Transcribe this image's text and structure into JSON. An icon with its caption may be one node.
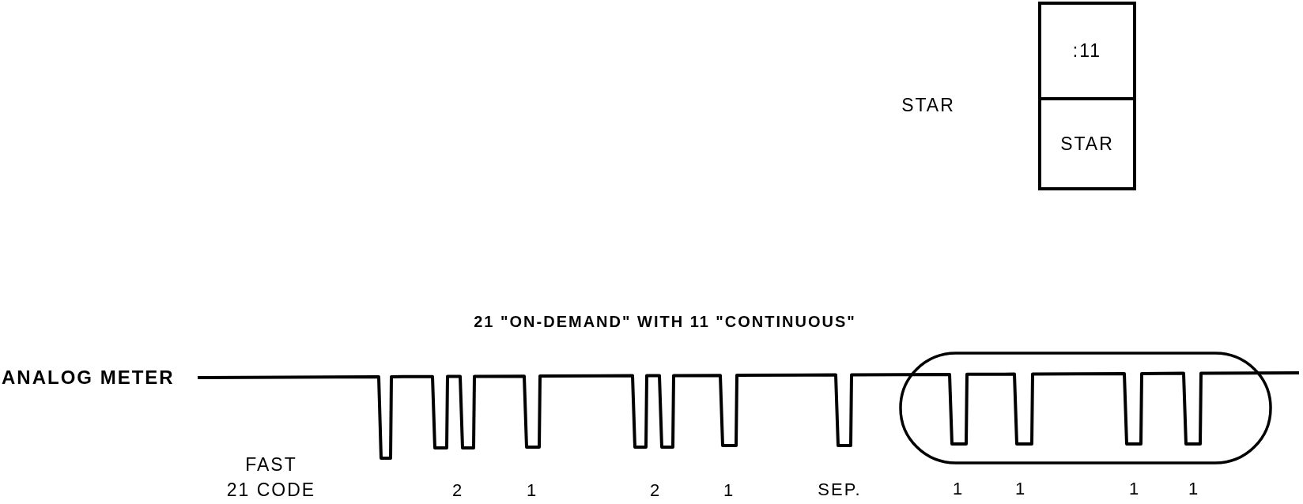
{
  "diagram": {
    "title": "21 \"ON-DEMAND\" WITH 11 \"CONTINUOUS\"",
    "nodes": [
      {
        "text": [
          ":11"
        ]
      },
      {
        "text": [
          "STAR"
        ]
      }
    ],
    "labels": [
      "STAR",
      "ANALOG METER",
      "FAST 21 CODE",
      "2",
      "1",
      "2",
      "1",
      "SEP.",
      "1",
      "1",
      "1",
      "1"
    ]
  }
}
